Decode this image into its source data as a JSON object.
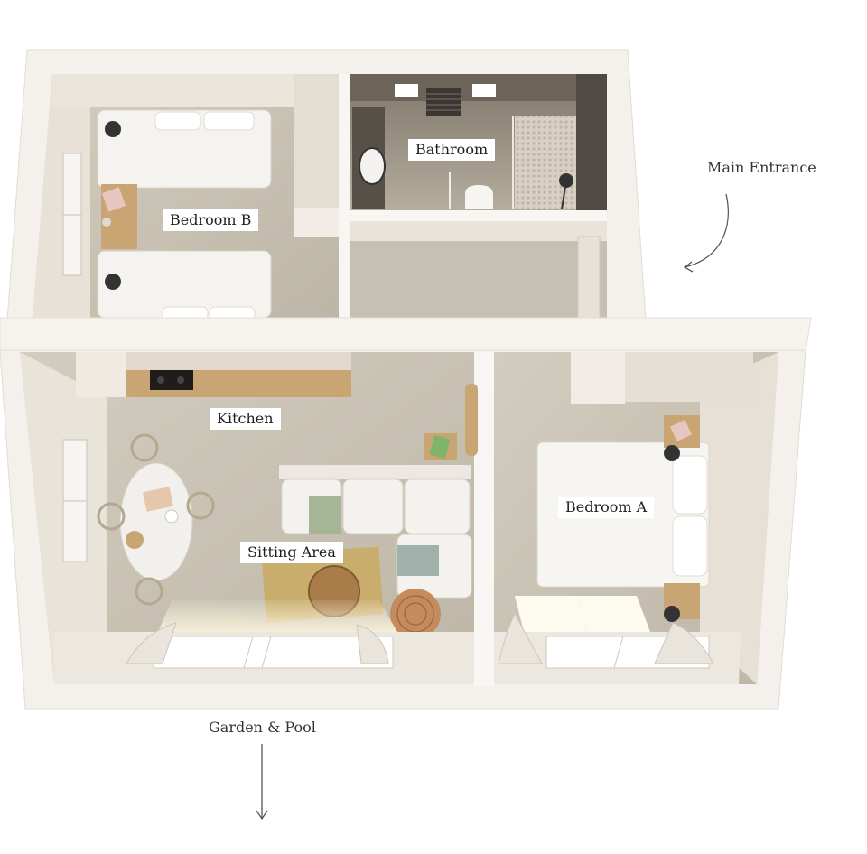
{
  "rooms": {
    "bedroom_b": "Bedroom B",
    "bathroom": "Bathroom",
    "kitchen": "Kitchen",
    "sitting_area": "Sitting Area",
    "bedroom_a": "Bedroom A"
  },
  "exterior": {
    "main_entrance": "Main Entrance",
    "garden_pool": "Garden & Pool"
  },
  "colors": {
    "wall": "#f6f3ee",
    "wall_shadow": "#e4ddd2",
    "floor": "#c9c3b6",
    "bathroom_floor": "#a89f8f",
    "wood": "#c9a574",
    "linen": "#ffffff",
    "arrow": "#555555"
  }
}
